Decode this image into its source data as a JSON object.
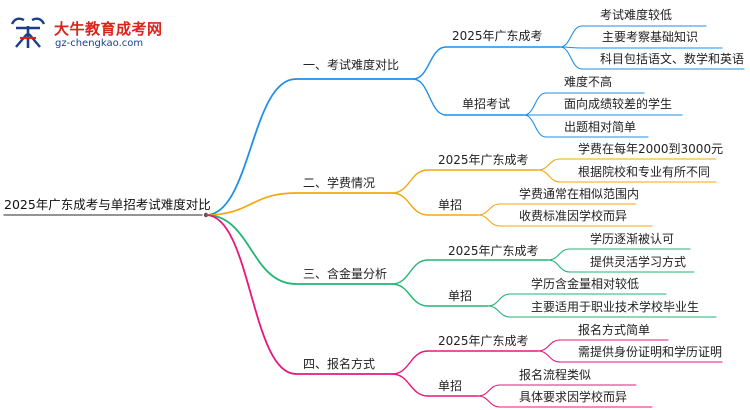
{
  "logo": {
    "title": "大牛教育成考网",
    "url": "gz-chengkao.com"
  },
  "mindmap": {
    "root": "2025年广东成考与单招考试难度对比",
    "branches": [
      {
        "label": "一、考试难度对比",
        "color": "#1f8fe8",
        "children": [
          {
            "label": "2025年广东成考",
            "leaves": [
              "考试难度较低",
              "主要考察基础知识",
              "科目包括语文、数学和英语"
            ]
          },
          {
            "label": "单招考试",
            "leaves": [
              "难度不高",
              "面向成绩较差的学生",
              "出题相对简单"
            ]
          }
        ]
      },
      {
        "label": "二、学费情况",
        "color": "#f3a712",
        "children": [
          {
            "label": "2025年广东成考",
            "leaves": [
              "学费在每年2000到3000元",
              "根据院校和专业有所不同"
            ]
          },
          {
            "label": "单招",
            "leaves": [
              "学费通常在相似范围内",
              "收费标准因学校而异"
            ]
          }
        ]
      },
      {
        "label": "三、含金量分析",
        "color": "#22b573",
        "children": [
          {
            "label": "2025年广东成考",
            "leaves": [
              "学历逐渐被认可",
              "提供灵活学习方式"
            ]
          },
          {
            "label": "单招",
            "leaves": [
              "学历含金量相对较低",
              "主要适用于职业技术学校毕业生"
            ]
          }
        ]
      },
      {
        "label": "四、报名方式",
        "color": "#e8177d",
        "children": [
          {
            "label": "2025年广东成考",
            "leaves": [
              "报名方式简单",
              "需提供身份证明和学历证明"
            ]
          },
          {
            "label": "单招",
            "leaves": [
              "报名流程类似",
              "具体要求因学校而异"
            ]
          }
        ]
      }
    ]
  }
}
